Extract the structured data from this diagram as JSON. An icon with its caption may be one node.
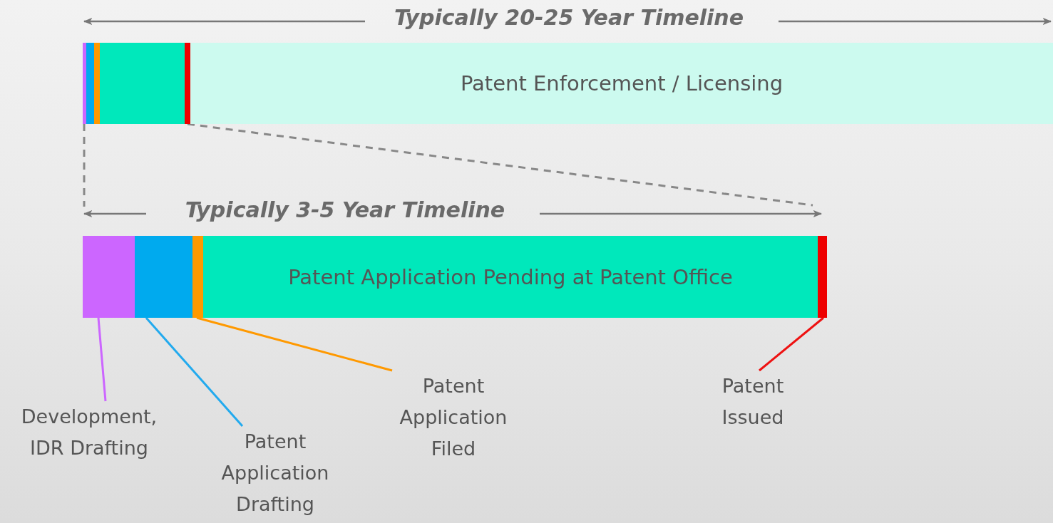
{
  "diagram": {
    "nodes": [
      {
        "text": [],
        "shape": "bar"
      },
      {
        "text": [],
        "shape": "bar"
      },
      {
        "text": [],
        "shape": "bar"
      },
      {
        "text": [],
        "shape": "bar"
      },
      {
        "text": [],
        "shape": "bar"
      },
      {
        "text": [
          "Patent Enforcement / Licensing"
        ]
      },
      {
        "text": [],
        "shape": "bar"
      },
      {
        "text": [],
        "shape": "bar"
      },
      {
        "text": [],
        "shape": "bar"
      },
      {
        "text": [
          "Patent Application Pending at Patent Office"
        ]
      },
      {
        "text": [],
        "shape": "bar"
      },
      {
        "text": [
          "Development, IDR Drafting"
        ]
      },
      {
        "text": [
          "Patent Application Drafting"
        ]
      },
      {
        "text": [
          "Patent Application Filed"
        ]
      },
      {
        "text": [
          "Patent Issued"
        ]
      }
    ],
    "edges": [
      {
        "from": 11,
        "to": 6,
        "arrow": "none",
        "color": "#cc66ff"
      },
      {
        "from": 12,
        "to": 7,
        "arrow": "none",
        "color": "#22aaee"
      },
      {
        "from": 13,
        "to": 8,
        "arrow": "none",
        "color": "#ff9900"
      },
      {
        "from": 14,
        "to": 10,
        "arrow": "none",
        "color": "#ee1111"
      },
      {
        "from": 0,
        "to": null,
        "arrow": "none",
        "style": "dashed",
        "color": "#888888"
      },
      {
        "from": 4,
        "to": null,
        "arrow": "none",
        "style": "dashed",
        "color": "#888888"
      }
    ],
    "labels": [
      "Typically 20-25 Year Timeline",
      "Typically 3-5 Year Timeline"
    ]
  }
}
